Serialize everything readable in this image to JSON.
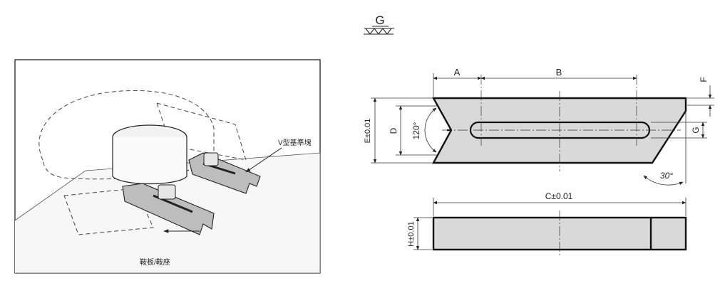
{
  "surface_symbol": {
    "letter": "G"
  },
  "illustration": {
    "label_v_block": "V型基準塊",
    "label_saddle": "鞍板/鞍座"
  },
  "top_view": {
    "dim_a": "A",
    "dim_b": "B",
    "dim_d": "D",
    "dim_e": "E±0.01",
    "dim_f": "F",
    "dim_g": "G",
    "angle_v": "120°",
    "angle_end": "30°"
  },
  "side_view": {
    "dim_c": "C±0.01",
    "dim_h": "H±0.01"
  }
}
